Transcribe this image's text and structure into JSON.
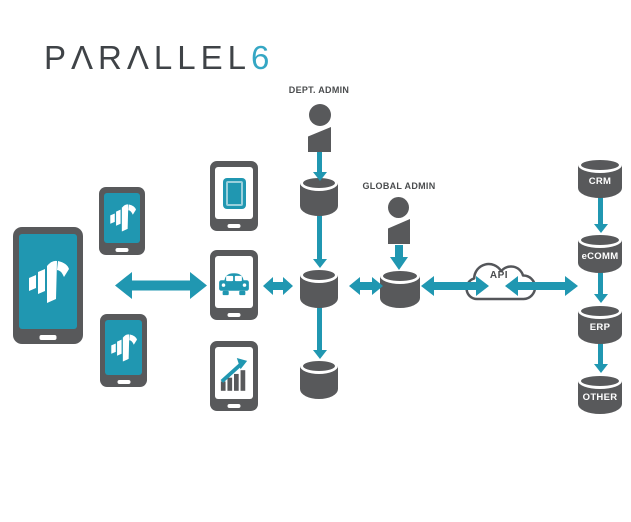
{
  "logo": {
    "brand": "PΛRΛLLEL",
    "accent": "6"
  },
  "admins": {
    "dept": {
      "label": "DEPT. ADMIN"
    },
    "global": {
      "label": "GLOBAL ADMIN"
    }
  },
  "cloud": {
    "label": "API"
  },
  "right_column": {
    "cylinders": [
      {
        "label": "CRM"
      },
      {
        "label": "eCOMM"
      },
      {
        "label": "ERP"
      },
      {
        "label": "OTHER"
      }
    ]
  },
  "icons": {
    "logo_mark": "parallel6-flag-mark",
    "tablet_app": "tablet-outline",
    "fleet_app": "car",
    "analytics_app": "growth-bar-chart",
    "admin_person": "person-silhouette",
    "database": "cylinder-database",
    "api_cloud": "cloud-outline",
    "sync_arrow": "double-headed-arrow"
  },
  "colors": {
    "teal": "#2097B1",
    "dark_gray": "#58595B",
    "label_gray": "#4A4C4E",
    "logo_text": "#3F4347",
    "logo_accent": "#35A7C4",
    "background": "#FFFFFF"
  }
}
